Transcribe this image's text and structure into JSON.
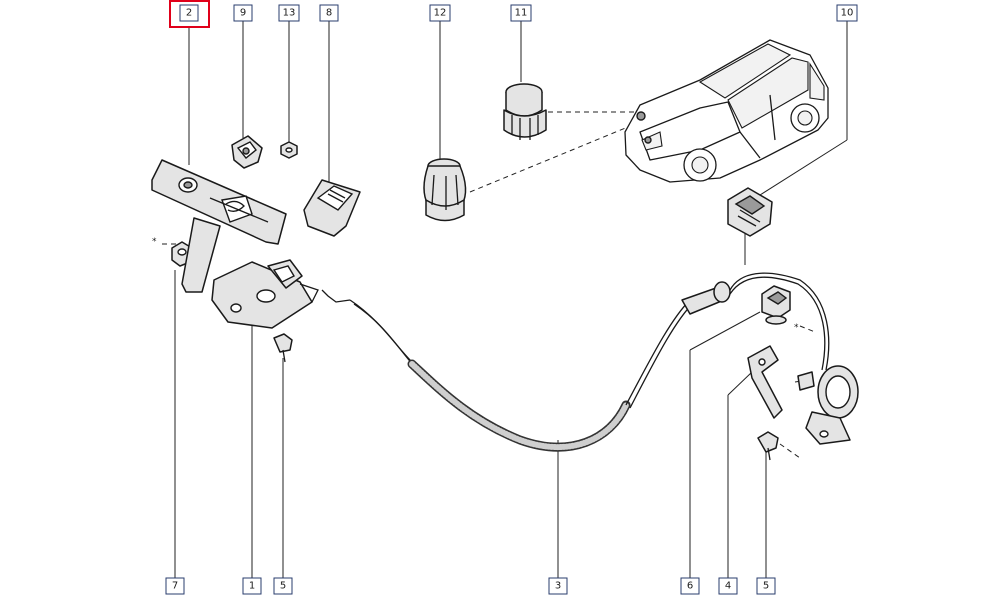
{
  "callouts": [
    {
      "id": "c2",
      "label": "2",
      "highlighted": true
    },
    {
      "id": "c9",
      "label": "9"
    },
    {
      "id": "c13",
      "label": "13"
    },
    {
      "id": "c8",
      "label": "8"
    },
    {
      "id": "c12",
      "label": "12"
    },
    {
      "id": "c11",
      "label": "11"
    },
    {
      "id": "c10",
      "label": "10"
    },
    {
      "id": "c7",
      "label": "7"
    },
    {
      "id": "c1",
      "label": "1"
    },
    {
      "id": "c5a",
      "label": "5"
    },
    {
      "id": "c3",
      "label": "3"
    },
    {
      "id": "c6",
      "label": "6"
    },
    {
      "id": "c4",
      "label": "4"
    },
    {
      "id": "c5b",
      "label": "5"
    }
  ],
  "marks": {
    "star_left": "*",
    "star_right": "*"
  },
  "colors": {
    "highlight": "#e0001a",
    "callout_border": "#2a3c6e",
    "line": "#1a1a1a"
  }
}
